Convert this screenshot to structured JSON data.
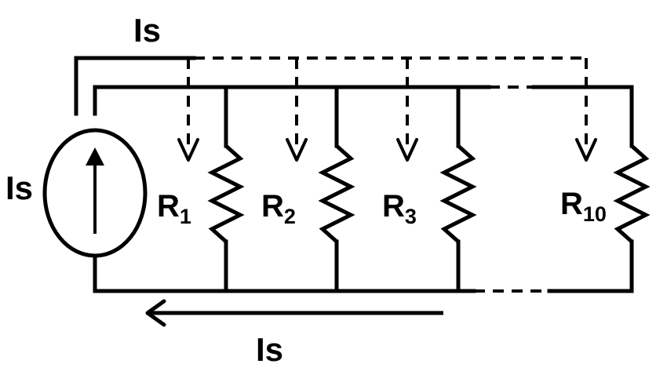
{
  "labels": {
    "source_current_top": "Is",
    "source_current_left": "Is",
    "return_current": "Is"
  },
  "resistors": [
    {
      "main": "R",
      "sub": "1"
    },
    {
      "main": "R",
      "sub": "2"
    },
    {
      "main": "R",
      "sub": "3"
    },
    {
      "main": "R",
      "sub": "10"
    }
  ],
  "icons": {
    "current_source": "current-source-icon",
    "resistor": "resistor-icon",
    "arrow": "arrow-icon"
  },
  "colors": {
    "stroke": "#000000",
    "background": "#ffffff"
  }
}
